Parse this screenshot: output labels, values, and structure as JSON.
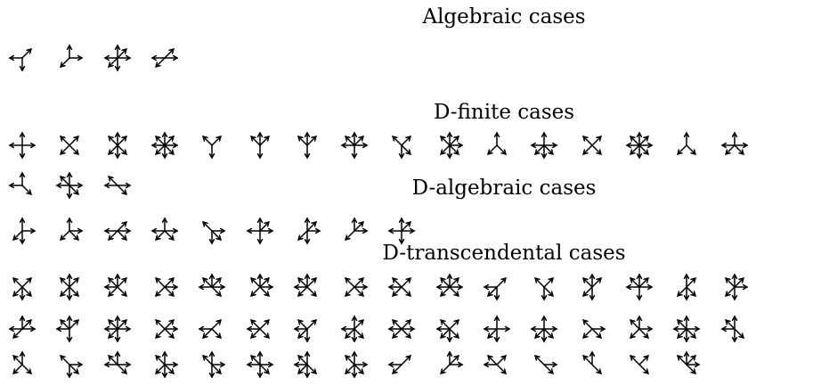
{
  "headings": {
    "algebraic": "Algebraic cases",
    "dfinite": "D-finite cases",
    "dalgebraic": "D-algebraic cases",
    "dtranscendental": "D-transcendental cases"
  },
  "step_sets": {
    "algebraic": [
      [
        "W",
        "NE",
        "S"
      ],
      [
        "N",
        "E",
        "SW"
      ],
      [
        "N",
        "E",
        "S",
        "W",
        "NE",
        "SW"
      ],
      [
        "E",
        "W",
        "NE",
        "SW"
      ]
    ],
    "dfinite_1": [
      [
        "N",
        "E",
        "S",
        "W"
      ],
      [
        "NE",
        "NW",
        "SE",
        "SW"
      ],
      [
        "N",
        "S",
        "NE",
        "NW",
        "SE",
        "SW"
      ],
      [
        "N",
        "E",
        "S",
        "W",
        "NE",
        "NW",
        "SE",
        "SW"
      ],
      [
        "S",
        "NE",
        "NW"
      ],
      [
        "N",
        "S",
        "NE",
        "NW"
      ],
      [
        "S",
        "N",
        "NE",
        "NW"
      ],
      [
        "N",
        "E",
        "W",
        "S",
        "NE",
        "NW"
      ],
      [
        "NE",
        "NW",
        "SE",
        "S"
      ],
      [
        "N",
        "NE",
        "NW",
        "S",
        "SE",
        "SW",
        "E"
      ],
      [
        "N",
        "SE",
        "SW"
      ],
      [
        "N",
        "E",
        "W",
        "S",
        "SE",
        "SW"
      ],
      [
        "NE",
        "NW",
        "SE",
        "SW"
      ],
      [
        "N",
        "E",
        "W",
        "NE",
        "NW",
        "SE",
        "SW",
        "S"
      ],
      [
        "N",
        "SE",
        "SW"
      ],
      [
        "N",
        "E",
        "W",
        "SE",
        "SW"
      ]
    ],
    "dfinite_2": [
      [
        "W",
        "N",
        "SE"
      ],
      [
        "N",
        "S",
        "E",
        "W",
        "NW",
        "SE"
      ],
      [
        "W",
        "NW",
        "E",
        "SE"
      ]
    ],
    "dalgebraic": [
      [
        "N",
        "E",
        "S",
        "SW"
      ],
      [
        "N",
        "SE",
        "SW",
        "E"
      ],
      [
        "W",
        "NE",
        "E",
        "SE",
        "SW"
      ],
      [
        "N",
        "E",
        "SE",
        "SW",
        "W"
      ],
      [
        "NW",
        "SE",
        "S",
        "E"
      ],
      [
        "N",
        "E",
        "W",
        "S",
        "NE"
      ],
      [
        "N",
        "E",
        "S",
        "SW",
        "NE"
      ],
      [
        "N",
        "E",
        "SW",
        "NE"
      ],
      [
        "N",
        "E",
        "S",
        "W",
        "NE"
      ]
    ],
    "dtranscendental_1": [
      [
        "NE",
        "NW",
        "S",
        "SE",
        "SW"
      ],
      [
        "N",
        "NE",
        "NW",
        "S",
        "SE",
        "SW"
      ],
      [
        "N",
        "NW",
        "NE",
        "W",
        "SE",
        "SW"
      ],
      [
        "NW",
        "NE",
        "E",
        "SE",
        "SW"
      ],
      [
        "N",
        "NE",
        "NW",
        "W",
        "E",
        "SE"
      ],
      [
        "N",
        "NE",
        "NW",
        "E",
        "SE",
        "SW"
      ],
      [
        "N",
        "NE",
        "NW",
        "W",
        "SE",
        "SW"
      ],
      [
        "NE",
        "NW",
        "E",
        "SE",
        "SW"
      ],
      [
        "NE",
        "NW",
        "W",
        "SE",
        "SW"
      ],
      [
        "N",
        "NE",
        "NW",
        "W",
        "E",
        "SE",
        "SW"
      ],
      [
        "NE",
        "S",
        "SW",
        "W"
      ],
      [
        "NE",
        "NW",
        "S",
        "SE"
      ],
      [
        "N",
        "NE",
        "NW",
        "S",
        "SW"
      ],
      [
        "N",
        "NE",
        "NW",
        "E",
        "W",
        "S"
      ],
      [
        "N",
        "NE",
        "S",
        "SW",
        "SE"
      ],
      [
        "N",
        "NE",
        "NW",
        "E",
        "S",
        "SW"
      ]
    ],
    "dtranscendental_2": [
      [
        "N",
        "NE",
        "E",
        "W",
        "SW"
      ],
      [
        "N",
        "NE",
        "NW",
        "W",
        "S"
      ],
      [
        "N",
        "NE",
        "NW",
        "E",
        "W",
        "SW",
        "S"
      ],
      [
        "NE",
        "NW",
        "SW",
        "SE",
        "E"
      ],
      [
        "NE",
        "W",
        "SE",
        "SW"
      ],
      [
        "NE",
        "NW",
        "W",
        "SW",
        "SE"
      ],
      [
        "NE",
        "NW",
        "W",
        "SW",
        "S"
      ],
      [
        "N",
        "NE",
        "W",
        "SW",
        "SE",
        "S"
      ],
      [
        "NE",
        "NW",
        "W",
        "E",
        "SE",
        "SW"
      ],
      [
        "NE",
        "NW",
        "W",
        "S",
        "SE",
        "SW"
      ],
      [
        "N",
        "E",
        "S",
        "W",
        "SW"
      ],
      [
        "N",
        "E",
        "S",
        "W",
        "SE",
        "SW"
      ],
      [
        "NW",
        "E",
        "SE",
        "SW"
      ],
      [
        "N",
        "NW",
        "E",
        "SE",
        "SW"
      ],
      [
        "N",
        "NW",
        "E",
        "W",
        "SE",
        "SW",
        "S"
      ],
      [
        "W",
        "NW",
        "S",
        "SE",
        "N"
      ]
    ],
    "dtranscendental_3": [
      [
        "N",
        "NW",
        "SE",
        "SW"
      ],
      [
        "NW",
        "E",
        "SE",
        "S"
      ],
      [
        "N",
        "NW",
        "W",
        "SE",
        "E"
      ],
      [
        "N",
        "NW",
        "SW",
        "SE",
        "S",
        "E"
      ],
      [
        "N",
        "NW",
        "SE",
        "E",
        "S"
      ],
      [
        "N",
        "NW",
        "W",
        "SE",
        "E",
        "S"
      ],
      [
        "N",
        "NW",
        "W",
        "SE",
        "S",
        "SW"
      ],
      [
        "N",
        "NW",
        "SE",
        "S",
        "SW",
        "E"
      ],
      [
        "NE",
        "W",
        "SW"
      ],
      [
        "N",
        "NE",
        "E",
        "SW"
      ],
      [
        "NW",
        "W",
        "SE",
        "NE"
      ],
      [
        "NW",
        "SE",
        "E"
      ],
      [
        "NW",
        "SE",
        "N"
      ],
      [
        "NW",
        "NE",
        "SE"
      ],
      [
        "N",
        "NW",
        "NE",
        "SE",
        "E"
      ]
    ]
  }
}
